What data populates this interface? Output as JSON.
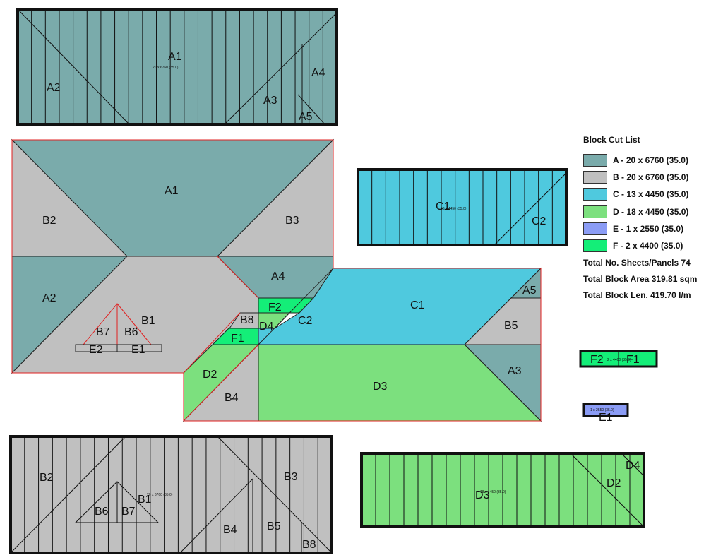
{
  "colors": {
    "A": "#7aabab",
    "B": "#c0c0c0",
    "C": "#4fc9de",
    "D": "#7ce07e",
    "E": "#8b9cf5",
    "F": "#14ee78",
    "outline": "#e02020",
    "sheet_border": "#111111"
  },
  "plan_labels": {
    "A1": "A1",
    "A2": "A2",
    "A3": "A3",
    "A4": "A4",
    "A5": "A5",
    "B1": "B1",
    "B2": "B2",
    "B3": "B3",
    "B4": "B4",
    "B5": "B5",
    "B6": "B6",
    "B7": "B7",
    "B8": "B8",
    "C1": "C1",
    "C2": "C2",
    "D2": "D2",
    "D3": "D3",
    "D4": "D4",
    "E1": "E1",
    "E2": "E2",
    "F1": "F1",
    "F2": "F2"
  },
  "sheet_notes": {
    "A": "20 x 6760 (35.0)",
    "B": "20 x 6760 (35.0)",
    "C": "13 x 4450 (35.0)",
    "D": "18 x 4450 (35.0)",
    "E": "1 x 2550 (35.0)",
    "F": "2 x 4400 (35.0)"
  },
  "cut_sheets": {
    "A": [
      "A1",
      "A2",
      "A3",
      "A4",
      "A5"
    ],
    "B": [
      "B2",
      "B1",
      "B3",
      "B6",
      "B7",
      "B4",
      "B5",
      "B8"
    ],
    "C": [
      "C1",
      "C2"
    ],
    "D": [
      "D3",
      "D2",
      "D4"
    ],
    "F": [
      "F2",
      "F1"
    ],
    "E": [
      "E1"
    ]
  },
  "legend": {
    "title": "Block Cut List",
    "items": [
      {
        "key": "A",
        "label": "A - 20 x 6760 (35.0)"
      },
      {
        "key": "B",
        "label": "B - 20 x 6760 (35.0)"
      },
      {
        "key": "C",
        "label": "C - 13 x 4450 (35.0)"
      },
      {
        "key": "D",
        "label": "D - 18 x 4450 (35.0)"
      },
      {
        "key": "E",
        "label": "E - 1 x 2550 (35.0)"
      },
      {
        "key": "F",
        "label": "F - 2 x 4400 (35.0)"
      }
    ],
    "total_sheets": "Total No. Sheets/Panels 74",
    "total_area": "Total Block Area 319.81 sqm",
    "total_length": "Total Block Len. 419.70 l/m"
  }
}
